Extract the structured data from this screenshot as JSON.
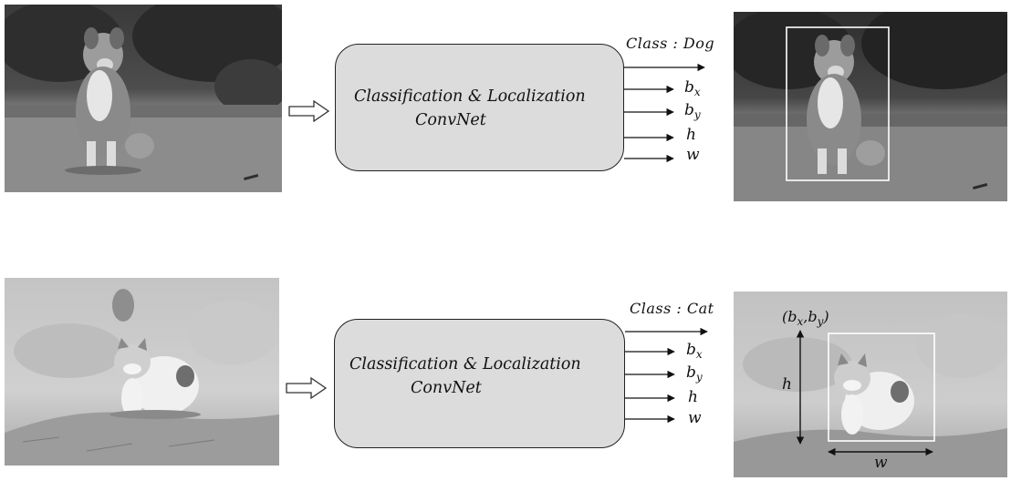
{
  "rows": [
    {
      "subject": "dog",
      "box_title_line1": "Classification & Localization",
      "box_title_line2": "ConvNet",
      "class_label": "Class : Dog",
      "outputs": [
        {
          "base": "b",
          "sub": "x"
        },
        {
          "base": "b",
          "sub": "y"
        },
        {
          "base": "h",
          "sub": ""
        },
        {
          "base": "w",
          "sub": ""
        }
      ]
    },
    {
      "subject": "cat",
      "box_title_line1": "Classification & Localization",
      "box_title_line2": "ConvNet",
      "class_label": "Class : Cat",
      "outputs": [
        {
          "base": "b",
          "sub": "x"
        },
        {
          "base": "b",
          "sub": "y"
        },
        {
          "base": "h",
          "sub": ""
        },
        {
          "base": "w",
          "sub": ""
        }
      ],
      "annotations": {
        "corner_open": "(",
        "corner_bx": "b",
        "corner_bx_sub": "x",
        "corner_comma": ",",
        "corner_by": "b",
        "corner_by_sub": "y",
        "corner_close": ")",
        "height_label": "h",
        "width_label": "w"
      }
    }
  ],
  "colors": {
    "box_fill": "#dcdcdc",
    "stroke": "#222222",
    "bbox": "#ffffff"
  }
}
